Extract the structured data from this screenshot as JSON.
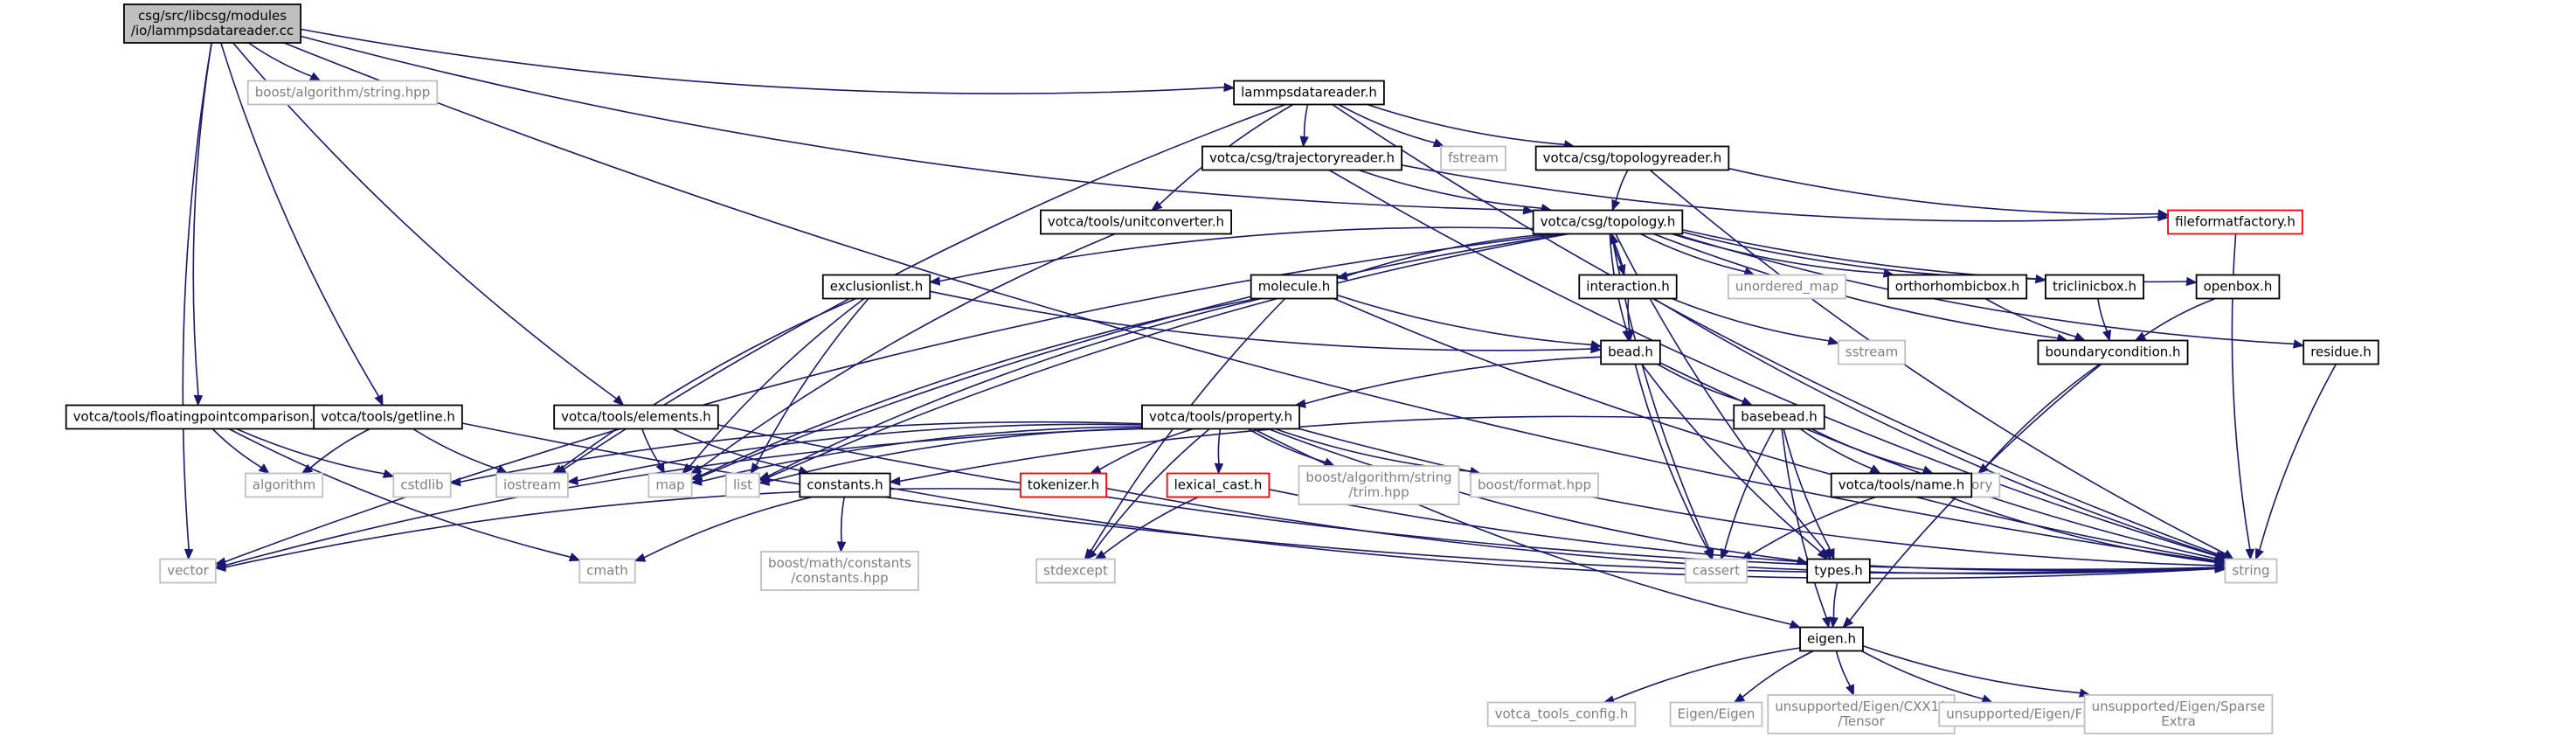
{
  "nodes": [
    {
      "id": "root",
      "lines": [
        "csg/src/libcsg/modules",
        "/io/lammpsdatareader.cc"
      ],
      "kind": "root"
    },
    {
      "id": "boost_string",
      "lines": [
        "boost/algorithm/string.hpp"
      ],
      "kind": "sys"
    },
    {
      "id": "lammpsdatareader_h",
      "lines": [
        "lammpsdatareader.h"
      ],
      "kind": "plain"
    },
    {
      "id": "trajectoryreader",
      "lines": [
        "votca/csg/trajectoryreader.h"
      ],
      "kind": "plain"
    },
    {
      "id": "fstream",
      "lines": [
        "fstream"
      ],
      "kind": "sys"
    },
    {
      "id": "topologyreader",
      "lines": [
        "votca/csg/topologyreader.h"
      ],
      "kind": "plain"
    },
    {
      "id": "unitconverter",
      "lines": [
        "votca/tools/unitconverter.h"
      ],
      "kind": "plain"
    },
    {
      "id": "topology",
      "lines": [
        "votca/csg/topology.h"
      ],
      "kind": "plain"
    },
    {
      "id": "fileformatfactory",
      "lines": [
        "fileformatfactory.h"
      ],
      "kind": "missing"
    },
    {
      "id": "exclusionlist",
      "lines": [
        "exclusionlist.h"
      ],
      "kind": "plain"
    },
    {
      "id": "molecule",
      "lines": [
        "molecule.h"
      ],
      "kind": "plain"
    },
    {
      "id": "interaction",
      "lines": [
        "interaction.h"
      ],
      "kind": "plain"
    },
    {
      "id": "unordered_map",
      "lines": [
        "unordered_map"
      ],
      "kind": "sys"
    },
    {
      "id": "orthorhombicbox",
      "lines": [
        "orthorhombicbox.h"
      ],
      "kind": "plain"
    },
    {
      "id": "triclinicbox",
      "lines": [
        "triclinicbox.h"
      ],
      "kind": "plain"
    },
    {
      "id": "openbox",
      "lines": [
        "openbox.h"
      ],
      "kind": "plain"
    },
    {
      "id": "residue",
      "lines": [
        "residue.h"
      ],
      "kind": "plain"
    },
    {
      "id": "sstream",
      "lines": [
        "sstream"
      ],
      "kind": "sys"
    },
    {
      "id": "bead",
      "lines": [
        "bead.h"
      ],
      "kind": "plain"
    },
    {
      "id": "boundarycondition",
      "lines": [
        "boundarycondition.h"
      ],
      "kind": "plain"
    },
    {
      "id": "floatcmp",
      "lines": [
        "votca/tools/floatingpointcomparison.h"
      ],
      "kind": "plain"
    },
    {
      "id": "getline",
      "lines": [
        "votca/tools/getline.h"
      ],
      "kind": "plain"
    },
    {
      "id": "elements",
      "lines": [
        "votca/tools/elements.h"
      ],
      "kind": "plain"
    },
    {
      "id": "property",
      "lines": [
        "votca/tools/property.h"
      ],
      "kind": "plain"
    },
    {
      "id": "basebead",
      "lines": [
        "basebead.h"
      ],
      "kind": "plain"
    },
    {
      "id": "algorithm",
      "lines": [
        "algorithm"
      ],
      "kind": "sys"
    },
    {
      "id": "cstdlib",
      "lines": [
        "cstdlib"
      ],
      "kind": "sys"
    },
    {
      "id": "iostream",
      "lines": [
        "iostream"
      ],
      "kind": "sys"
    },
    {
      "id": "map",
      "lines": [
        "map"
      ],
      "kind": "sys"
    },
    {
      "id": "list",
      "lines": [
        "list"
      ],
      "kind": "sys"
    },
    {
      "id": "constants",
      "lines": [
        "constants.h"
      ],
      "kind": "plain"
    },
    {
      "id": "tokenizer",
      "lines": [
        "tokenizer.h"
      ],
      "kind": "missing"
    },
    {
      "id": "lexical_cast",
      "lines": [
        "lexical_cast.h"
      ],
      "kind": "missing"
    },
    {
      "id": "boost_trim",
      "lines": [
        "boost/algorithm/string",
        "/trim.hpp"
      ],
      "kind": "sys"
    },
    {
      "id": "boost_format",
      "lines": [
        "boost/format.hpp"
      ],
      "kind": "sys"
    },
    {
      "id": "memory",
      "lines": [
        "memory"
      ],
      "kind": "sys"
    },
    {
      "id": "name",
      "lines": [
        "votca/tools/name.h"
      ],
      "kind": "plain"
    },
    {
      "id": "vector",
      "lines": [
        "vector"
      ],
      "kind": "sys"
    },
    {
      "id": "cmath",
      "lines": [
        "cmath"
      ],
      "kind": "sys"
    },
    {
      "id": "boost_math",
      "lines": [
        "boost/math/constants",
        "/constants.hpp"
      ],
      "kind": "sys"
    },
    {
      "id": "stdexcept",
      "lines": [
        "stdexcept"
      ],
      "kind": "sys"
    },
    {
      "id": "cassert",
      "lines": [
        "cassert"
      ],
      "kind": "sys"
    },
    {
      "id": "types",
      "lines": [
        "types.h"
      ],
      "kind": "plain"
    },
    {
      "id": "string",
      "lines": [
        "string"
      ],
      "kind": "sys"
    },
    {
      "id": "eigen",
      "lines": [
        "eigen.h"
      ],
      "kind": "plain"
    },
    {
      "id": "votca_tools_config",
      "lines": [
        "votca_tools_config.h"
      ],
      "kind": "sys"
    },
    {
      "id": "eigen_eigen",
      "lines": [
        "Eigen/Eigen"
      ],
      "kind": "sys"
    },
    {
      "id": "eigen_tensor",
      "lines": [
        "unsupported/Eigen/CXX11",
        "/Tensor"
      ],
      "kind": "sys"
    },
    {
      "id": "eigen_fft",
      "lines": [
        "unsupported/Eigen/FFT"
      ],
      "kind": "sys"
    },
    {
      "id": "eigen_sparse",
      "lines": [
        "unsupported/Eigen/Sparse",
        "Extra"
      ],
      "kind": "sys"
    }
  ],
  "edges": [
    [
      "root",
      "boost_string"
    ],
    [
      "root",
      "lammpsdatareader_h"
    ],
    [
      "root",
      "topology"
    ],
    [
      "root",
      "vector"
    ],
    [
      "root",
      "floatcmp"
    ],
    [
      "root",
      "getline"
    ],
    [
      "root",
      "elements"
    ],
    [
      "root",
      "string"
    ],
    [
      "lammpsdatareader_h",
      "trajectoryreader"
    ],
    [
      "lammpsdatareader_h",
      "fstream"
    ],
    [
      "lammpsdatareader_h",
      "topologyreader"
    ],
    [
      "lammpsdatareader_h",
      "unitconverter"
    ],
    [
      "lammpsdatareader_h",
      "iostream"
    ],
    [
      "lammpsdatareader_h",
      "string"
    ],
    [
      "trajectoryreader",
      "topology"
    ],
    [
      "trajectoryreader",
      "fileformatfactory"
    ],
    [
      "trajectoryreader",
      "string"
    ],
    [
      "topologyreader",
      "topology"
    ],
    [
      "topologyreader",
      "fileformatfactory"
    ],
    [
      "topologyreader",
      "string"
    ],
    [
      "fileformatfactory",
      "string"
    ],
    [
      "unitconverter",
      "map"
    ],
    [
      "topology",
      "exclusionlist"
    ],
    [
      "topology",
      "molecule"
    ],
    [
      "topology",
      "interaction"
    ],
    [
      "topology",
      "unordered_map"
    ],
    [
      "topology",
      "orthorhombicbox"
    ],
    [
      "topology",
      "triclinicbox"
    ],
    [
      "topology",
      "openbox"
    ],
    [
      "topology",
      "residue"
    ],
    [
      "topology",
      "bead"
    ],
    [
      "topology",
      "boundarycondition"
    ],
    [
      "topology",
      "vector"
    ],
    [
      "topology",
      "map"
    ],
    [
      "topology",
      "list"
    ],
    [
      "topology",
      "cassert"
    ],
    [
      "topology",
      "types"
    ],
    [
      "exclusionlist",
      "bead"
    ],
    [
      "exclusionlist",
      "iostream"
    ],
    [
      "exclusionlist",
      "map"
    ],
    [
      "exclusionlist",
      "list"
    ],
    [
      "molecule",
      "bead"
    ],
    [
      "molecule",
      "map"
    ],
    [
      "molecule",
      "list"
    ],
    [
      "molecule",
      "stdexcept"
    ],
    [
      "molecule",
      "string"
    ],
    [
      "interaction",
      "bead"
    ],
    [
      "interaction",
      "topology"
    ],
    [
      "interaction",
      "sstream"
    ],
    [
      "interaction",
      "string"
    ],
    [
      "orthorhombicbox",
      "boundarycondition"
    ],
    [
      "triclinicbox",
      "boundarycondition"
    ],
    [
      "openbox",
      "boundarycondition"
    ],
    [
      "boundarycondition",
      "memory"
    ],
    [
      "boundarycondition",
      "eigen"
    ],
    [
      "residue",
      "string"
    ],
    [
      "bead",
      "property"
    ],
    [
      "bead",
      "basebead"
    ],
    [
      "bead",
      "cassert"
    ],
    [
      "bead",
      "string"
    ],
    [
      "bead",
      "types"
    ],
    [
      "floatcmp",
      "algorithm"
    ],
    [
      "floatcmp",
      "cstdlib"
    ],
    [
      "floatcmp",
      "cmath"
    ],
    [
      "getline",
      "algorithm"
    ],
    [
      "getline",
      "iostream"
    ],
    [
      "getline",
      "string"
    ],
    [
      "elements",
      "map"
    ],
    [
      "elements",
      "constants"
    ],
    [
      "elements",
      "string"
    ],
    [
      "property",
      "map"
    ],
    [
      "property",
      "list"
    ],
    [
      "property",
      "iostream"
    ],
    [
      "property",
      "cstdlib"
    ],
    [
      "property",
      "tokenizer"
    ],
    [
      "property",
      "lexical_cast"
    ],
    [
      "property",
      "boost_trim"
    ],
    [
      "property",
      "boost_format"
    ],
    [
      "property",
      "vector"
    ],
    [
      "property",
      "stdexcept"
    ],
    [
      "property",
      "string"
    ],
    [
      "property",
      "types"
    ],
    [
      "property",
      "eigen"
    ],
    [
      "basebead",
      "constants"
    ],
    [
      "basebead",
      "memory"
    ],
    [
      "basebead",
      "name"
    ],
    [
      "basebead",
      "cassert"
    ],
    [
      "basebead",
      "types"
    ],
    [
      "basebead",
      "eigen"
    ],
    [
      "name",
      "cassert"
    ],
    [
      "name",
      "string"
    ],
    [
      "constants",
      "boost_math"
    ],
    [
      "constants",
      "cmath"
    ],
    [
      "constants",
      "string"
    ],
    [
      "tokenizer",
      "vector"
    ],
    [
      "tokenizer",
      "string"
    ],
    [
      "lexical_cast",
      "stdexcept"
    ],
    [
      "lexical_cast",
      "string"
    ],
    [
      "types",
      "eigen"
    ],
    [
      "eigen",
      "votca_tools_config"
    ],
    [
      "eigen",
      "eigen_eigen"
    ],
    [
      "eigen",
      "eigen_tensor"
    ],
    [
      "eigen",
      "eigen_fft"
    ],
    [
      "eigen",
      "eigen_sparse"
    ]
  ]
}
